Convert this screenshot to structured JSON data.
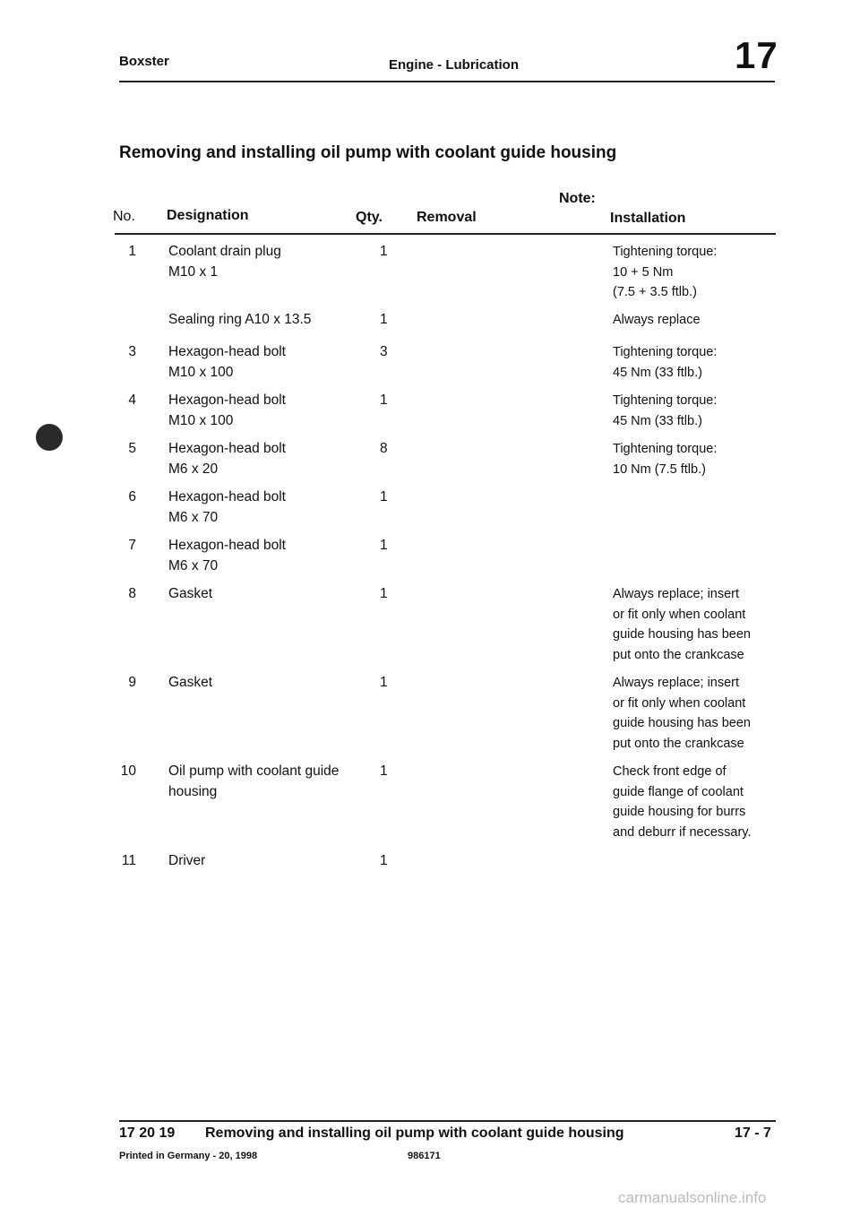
{
  "header": {
    "model": "Boxster",
    "section": "Engine - Lubrication",
    "group_number": "17"
  },
  "title": "Removing and installing oil pump with coolant guide housing",
  "table": {
    "headers": {
      "no": "No.",
      "designation": "Designation",
      "qty": "Qty.",
      "note": "Note:",
      "removal": "Removal",
      "installation": "Installation"
    },
    "rows": [
      {
        "no": "1",
        "designation": [
          "Coolant drain plug",
          "M10 x 1"
        ],
        "qty": "1",
        "installation": [
          "Tightening torque:",
          "10 + 5 Nm",
          "(7.5 + 3.5 ftlb.)"
        ]
      },
      {
        "no": "",
        "designation": [
          "Sealing ring A10 x 13.5"
        ],
        "qty": "1",
        "installation": [
          "Always replace"
        ]
      },
      {
        "no": "3",
        "designation": [
          "Hexagon-head bolt",
          "M10 x 100"
        ],
        "qty": "3",
        "installation": [
          "Tightening torque:",
          "45 Nm (33 ftlb.)"
        ]
      },
      {
        "no": "4",
        "designation": [
          "Hexagon-head bolt",
          "M10 x 100"
        ],
        "qty": "1",
        "installation": [
          "Tightening torque:",
          "45 Nm (33 ftlb.)"
        ]
      },
      {
        "no": "5",
        "designation": [
          "Hexagon-head bolt",
          "M6 x 20"
        ],
        "qty": "8",
        "installation": [
          "Tightening torque:",
          "10 Nm (7.5 ftlb.)"
        ]
      },
      {
        "no": "6",
        "designation": [
          "Hexagon-head bolt",
          "M6 x 70"
        ],
        "qty": "1",
        "installation": []
      },
      {
        "no": "7",
        "designation": [
          "Hexagon-head bolt",
          "M6 x 70"
        ],
        "qty": "1",
        "installation": []
      },
      {
        "no": "8",
        "designation": [
          "Gasket"
        ],
        "qty": "1",
        "installation": [
          "Always replace; insert",
          "or fit only when coolant",
          "guide housing has been",
          "put onto the crankcase"
        ]
      },
      {
        "no": "9",
        "designation": [
          "Gasket"
        ],
        "qty": "1",
        "installation": [
          "Always replace; insert",
          "or fit only when coolant",
          "guide housing has been",
          "put onto the crankcase"
        ]
      },
      {
        "no": "10",
        "designation": [
          "Oil pump with coolant guide",
          "housing"
        ],
        "qty": "1",
        "installation": [
          "Check front edge of",
          "guide flange of coolant",
          "guide housing for burrs",
          "and deburr if necessary."
        ]
      },
      {
        "no": "11",
        "designation": [
          "Driver"
        ],
        "qty": "1",
        "installation": []
      }
    ]
  },
  "footer": {
    "code": "17 20 19",
    "title": "Removing and installing oil pump with coolant guide housing",
    "page": "17 - 7",
    "printed": "Printed in Germany - 20, 1998",
    "doc_number": "986171"
  },
  "watermark": "carmanualsonline.info"
}
